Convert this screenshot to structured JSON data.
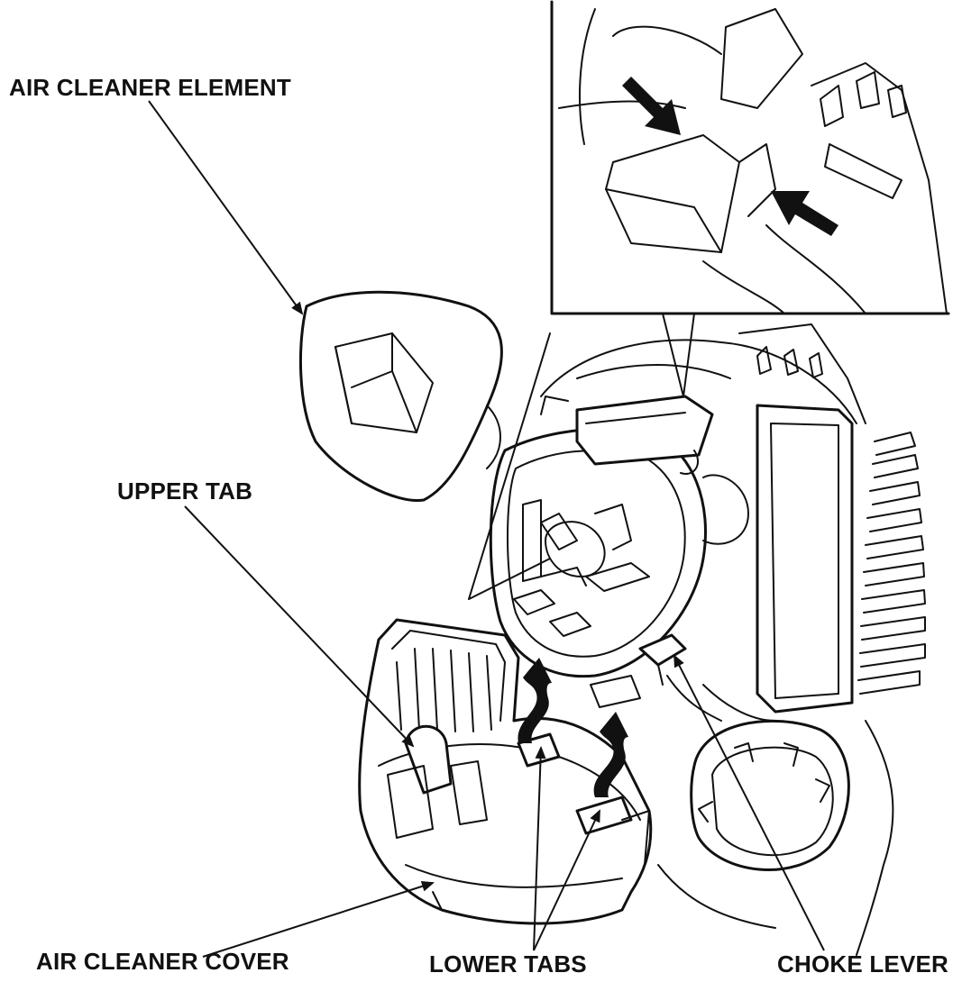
{
  "labels": {
    "air_cleaner_element": "AIR CLEANER ELEMENT",
    "upper_tab": "UPPER TAB",
    "air_cleaner_cover": "AIR CLEANER COVER",
    "lower_tabs": "LOWER TABS",
    "choke_lever": "CHOKE LEVER"
  },
  "colors": {
    "line": "#111111",
    "background": "#ffffff"
  }
}
